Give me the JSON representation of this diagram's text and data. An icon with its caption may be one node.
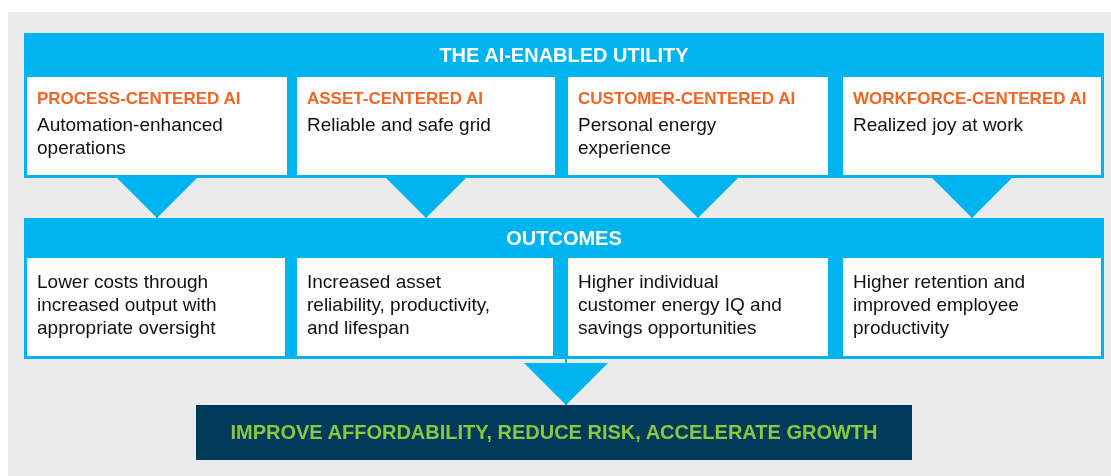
{
  "diagram": {
    "nodes": [
      {
        "text": [
          "THE AI-ENABLED UTILITY"
        ]
      },
      {
        "text": [
          "PROCESS-CENTERED AI",
          "Automation-enhanced operations"
        ],
        "in": 0
      },
      {
        "text": [
          "ASSET-CENTERED AI",
          "Reliable and safe grid"
        ],
        "in": 0
      },
      {
        "text": [
          "CUSTOMER-CENTERED AI",
          "Personal energy experience"
        ],
        "in": 0
      },
      {
        "text": [
          "WORKFORCE-CENTERED AI",
          "Realized joy at work"
        ],
        "in": 0
      },
      {
        "text": [
          "OUTCOMES"
        ]
      },
      {
        "text": [
          "Lower costs through increased output with appropriate oversight"
        ],
        "in": 5
      },
      {
        "text": [
          "Increased asset reliability, productivity, and lifespan"
        ],
        "in": 5
      },
      {
        "text": [
          "Higher individual customer energy IQ and savings opportunities"
        ],
        "in": 5
      },
      {
        "text": [
          "Higher retention and improved employee productivity"
        ],
        "in": 5
      },
      {
        "text": [
          "IMPROVE AFFORDABILITY, REDUCE RISK, ACCELERATE GROWTH"
        ]
      }
    ],
    "edges": [
      {
        "from": 1,
        "to": 5,
        "arrow": "to"
      },
      {
        "from": 2,
        "to": 5,
        "arrow": "to"
      },
      {
        "from": 3,
        "to": 5,
        "arrow": "to"
      },
      {
        "from": 4,
        "to": 5,
        "arrow": "to"
      },
      {
        "from": 5,
        "to": 10,
        "arrow": "to"
      }
    ]
  }
}
